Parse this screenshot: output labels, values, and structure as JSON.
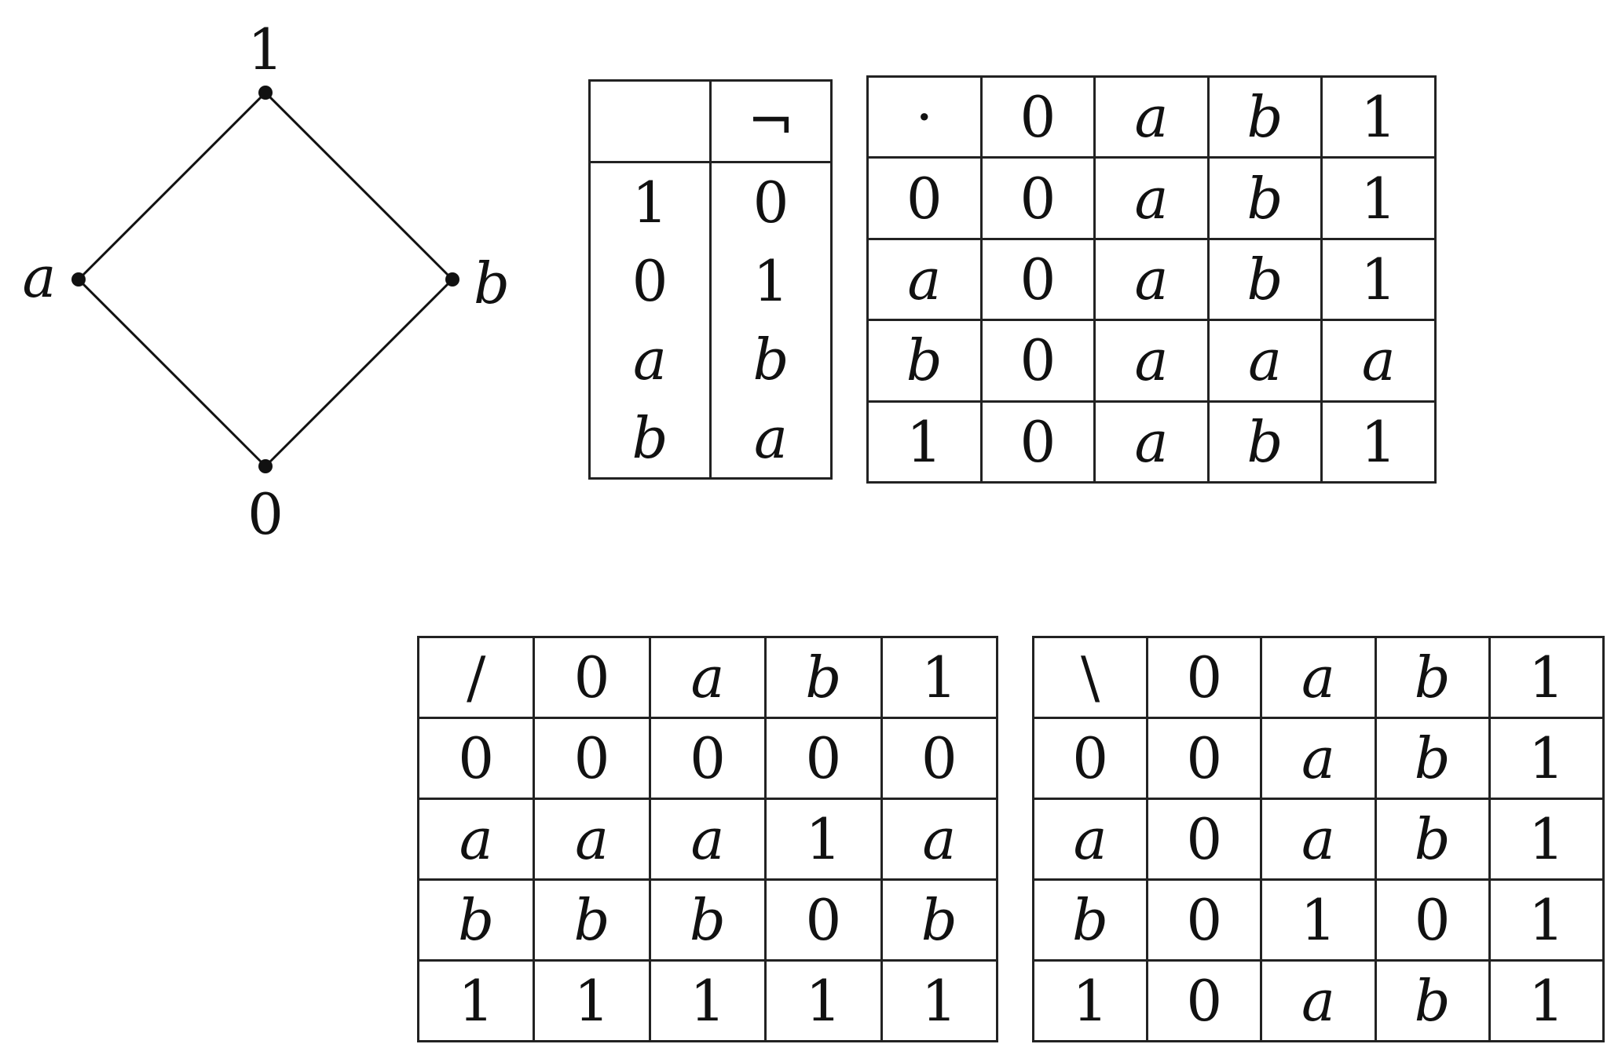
{
  "lattice": {
    "top": "1",
    "left": "a",
    "right": "b",
    "bottom": "0",
    "edges": [
      [
        "1",
        "a"
      ],
      [
        "1",
        "b"
      ],
      [
        "a",
        "0"
      ],
      [
        "b",
        "0"
      ]
    ]
  },
  "tables": {
    "negation": {
      "header": [
        "",
        "¬"
      ],
      "rows": [
        [
          "1",
          "0"
        ],
        [
          "0",
          "1"
        ],
        [
          "a",
          "b"
        ],
        [
          "b",
          "a"
        ]
      ]
    },
    "product": {
      "header": [
        "·",
        "0",
        "a",
        "b",
        "1"
      ],
      "rows": [
        [
          "0",
          "0",
          "a",
          "b",
          "1"
        ],
        [
          "a",
          "0",
          "a",
          "b",
          "1"
        ],
        [
          "b",
          "0",
          "a",
          "a",
          "a"
        ],
        [
          "1",
          "0",
          "a",
          "b",
          "1"
        ]
      ]
    },
    "right_residual": {
      "header": [
        "/",
        "0",
        "a",
        "b",
        "1"
      ],
      "rows": [
        [
          "0",
          "0",
          "0",
          "0",
          "0"
        ],
        [
          "a",
          "a",
          "a",
          "1",
          "a"
        ],
        [
          "b",
          "b",
          "b",
          "0",
          "b"
        ],
        [
          "1",
          "1",
          "1",
          "1",
          "1"
        ]
      ]
    },
    "left_residual": {
      "header": [
        "\\",
        "0",
        "a",
        "b",
        "1"
      ],
      "rows": [
        [
          "0",
          "0",
          "a",
          "b",
          "1"
        ],
        [
          "a",
          "0",
          "a",
          "b",
          "1"
        ],
        [
          "b",
          "0",
          "1",
          "0",
          "1"
        ],
        [
          "1",
          "0",
          "a",
          "b",
          "1"
        ]
      ]
    }
  }
}
